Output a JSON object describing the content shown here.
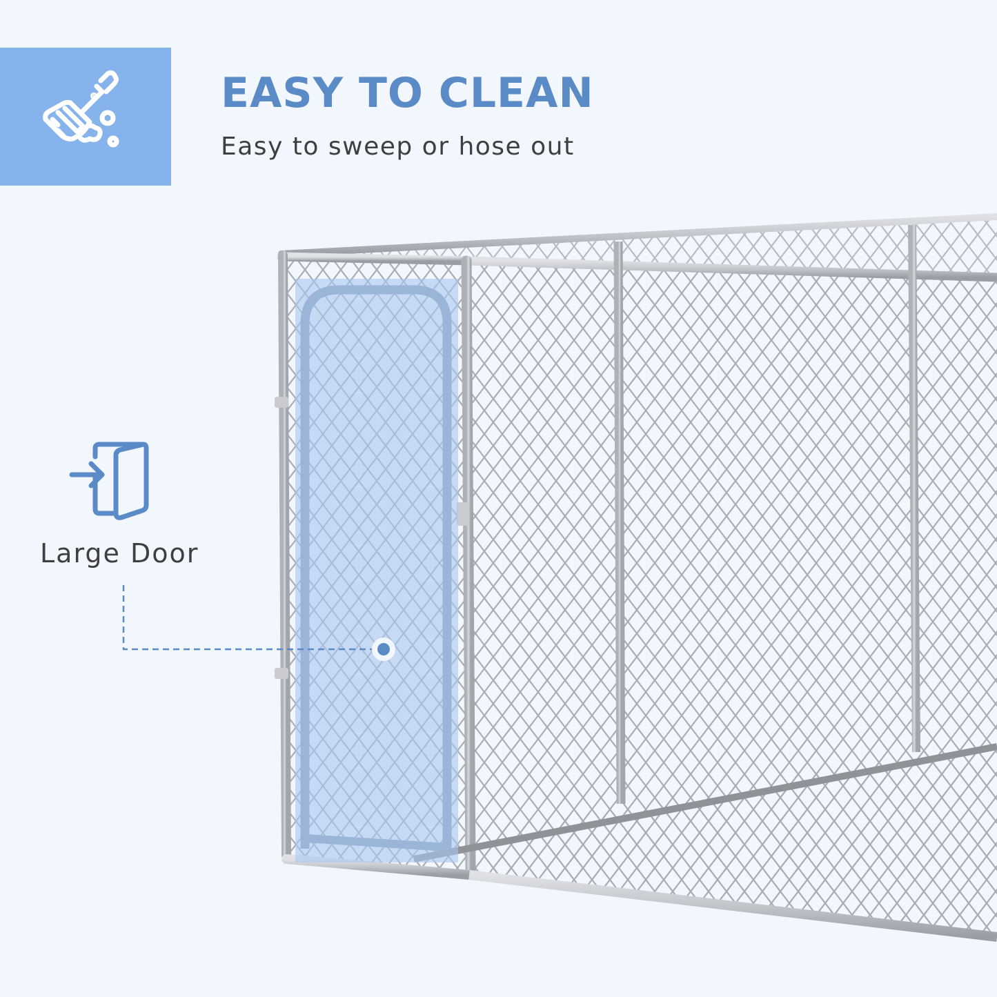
{
  "feature": {
    "icon": "broom-cleaning-icon",
    "title": "EASY TO CLEAN",
    "subtitle": "Easy to sweep or hose out"
  },
  "callout": {
    "icon": "door-enter-icon",
    "label": "Large Door"
  },
  "colors": {
    "background": "#f2f6fd",
    "icon_box": "#87b3ec",
    "accent": "#5b8bc7",
    "text": "#3f3f3f",
    "door_highlight": "#a9c8f2",
    "frame": "#b9bcc2"
  }
}
